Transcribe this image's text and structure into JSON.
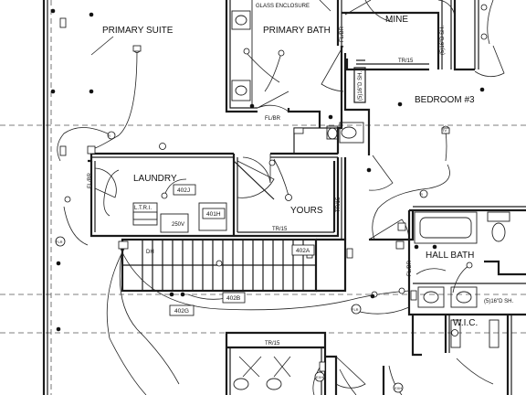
{
  "rooms": {
    "primary_suite": "PRIMARY SUITE",
    "primary_bath": "PRIMARY BATH",
    "glass_enclosure": "GLASS ENCLOSURE",
    "mine": "MINE",
    "bedroom3": "BEDROOM #3",
    "laundry": "LAUNDRY",
    "yours": "YOURS",
    "hall_bath": "HALL BATH",
    "wic": "W.I.C."
  },
  "wall_notes": {
    "flbr_primary": "FL/BR",
    "flbr_bath": "FL/BR",
    "flbr_left": "FL/BR",
    "flbr_hall": "FL/BR",
    "tr15_mine": "TR/15",
    "tr15_yours_h": "TR/15",
    "tr15_yours_v": "TR/15",
    "tr15_bottom": "TR/15",
    "shelf_note": "(5)16\"D SH.",
    "shelf_note_b": "(5)16\"D SH.",
    "shelf_note_hall": "(5)16\"D SH.",
    "dh": "DH"
  },
  "circuit_tags": {
    "t402j": "402J",
    "t401h": "401H",
    "t402a": "402A",
    "t402b": "402B",
    "t402g": "402G"
  },
  "equipment": {
    "ltri": "L.T.R.I.",
    "v250": "250V"
  }
}
